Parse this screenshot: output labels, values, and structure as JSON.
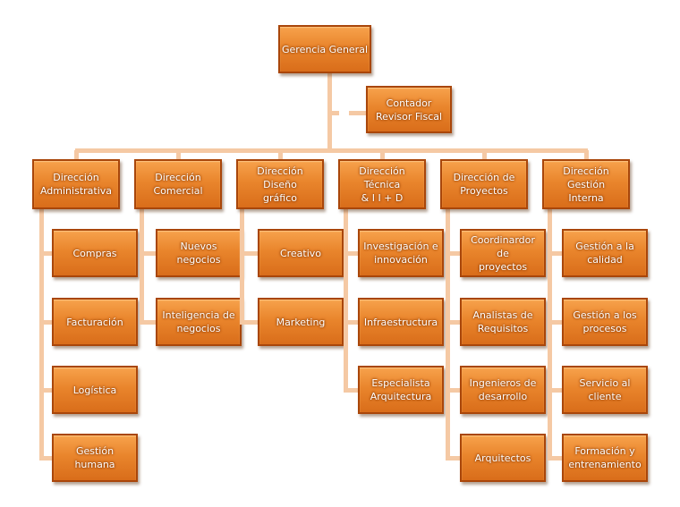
{
  "top": {
    "label": "Gerencia General"
  },
  "advisor": {
    "label": "Contador\nRevisor Fiscal"
  },
  "directions": [
    {
      "label": "Dirección\nAdministrativa",
      "items": [
        "Compras",
        "Facturación",
        "Logística",
        "Gestión humana"
      ]
    },
    {
      "label": "Dirección\nComercial",
      "items": [
        "Nuevos negocios",
        "Inteligencia de\nnegocios"
      ]
    },
    {
      "label": "Dirección Diseño\ngráfico",
      "items": [
        "Creativo",
        "Marketing"
      ]
    },
    {
      "label": "Dirección Técnica\n& I I + D",
      "items": [
        "Investigación e\ninnovación",
        "Infraestructura",
        "Especialista\nArquitectura"
      ]
    },
    {
      "label": "Dirección de\nProyectos",
      "items": [
        "Coordinardor de\nproyectos",
        "Analistas de\nRequisitos",
        "Ingenieros de\ndesarrollo",
        "Arquitectos"
      ]
    },
    {
      "label": "Dirección Gestión\nInterna",
      "items": [
        "Gestión a la\ncalidad",
        "Gestión a los\nprocesos",
        "Servicio al cliente",
        "Formación y\nentrenamiento"
      ]
    }
  ],
  "colors": {
    "box": "#e9852c",
    "border": "#a9460a",
    "connector": "#f5c9a4"
  }
}
